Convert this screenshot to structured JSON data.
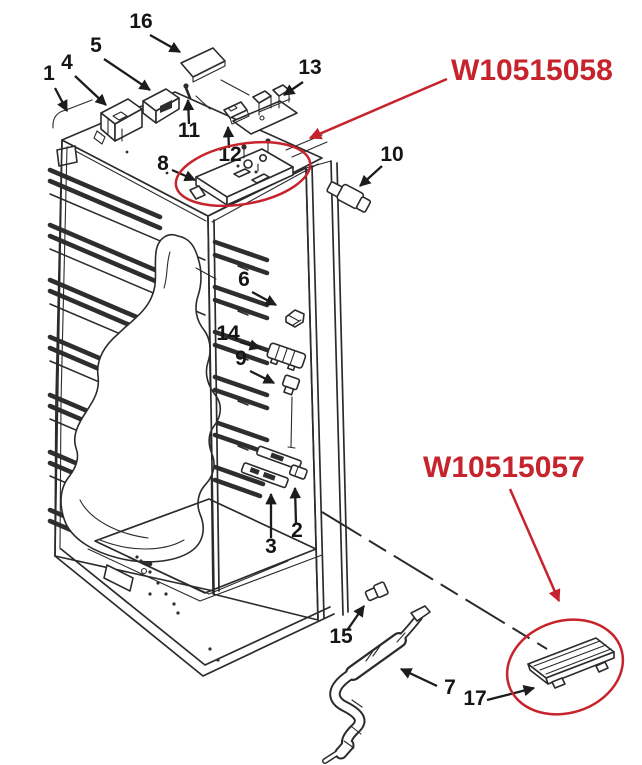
{
  "figure": {
    "kind": "appliance exploded parts diagram",
    "subject": "refrigerator liner with numbered components"
  },
  "colors": {
    "line": "#2b2b2b",
    "label_text": "#151515",
    "annotation_red": "#c6232c",
    "background": "#ffffff"
  },
  "part_labels": {
    "top": "W10515058",
    "bottom": "W10515057"
  },
  "callouts": {
    "n1": "1",
    "n2": "2",
    "n3": "3",
    "n4": "4",
    "n5": "5",
    "n6": "6",
    "n7": "7",
    "n8": "8",
    "n9": "9",
    "n10": "10",
    "n11": "11",
    "n12": "12",
    "n13": "13",
    "n14": "14",
    "n15": "15",
    "n16": "16",
    "n17": "17"
  },
  "highlights": [
    {
      "part_number": "W10515058",
      "area": "control board on cabinet top",
      "callouts_in_circle": [
        "8",
        "12"
      ]
    },
    {
      "part_number": "W10515057",
      "area": "cover at lower right",
      "callouts_in_circle": [
        "17"
      ]
    }
  ]
}
